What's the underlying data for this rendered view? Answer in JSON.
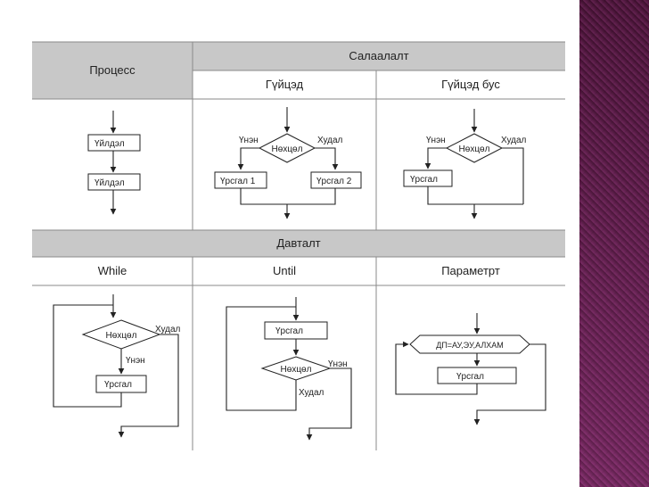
{
  "header": {
    "process": "Процесс",
    "branching": "Салаалалт",
    "if_then": "Гүйцэд",
    "if_partial": "Гүйцэд бус",
    "loop": "Давталт",
    "while": "While",
    "until": "Until",
    "parametric": "Параметрт"
  },
  "process": {
    "action1": "Үйлдэл",
    "action2": "Үйлдэл"
  },
  "full_branch": {
    "condition": "Нөхцөл",
    "yes": "Үнэн",
    "no": "Худал",
    "op1": "Үрсгал 1",
    "op2": "Үрсгал 2"
  },
  "partial_branch": {
    "condition": "Нөхцөл",
    "yes": "Үнэн",
    "no": "Худал",
    "op": "Үрсгал"
  },
  "while_loop": {
    "condition": "Нөхцөл",
    "no": "Худал",
    "yes": "Үнэн",
    "body": "Үрсгал"
  },
  "until_loop": {
    "body": "Үрсгал",
    "condition": "Нөхцөл",
    "yes": "Үнэн",
    "no": "Худал"
  },
  "param_loop": {
    "header": "ДП=АУ,ЭУ,АЛХАМ",
    "body": "Үрсгал"
  },
  "colors": {
    "header_bg": "#c8c8c8",
    "stripe_top": "#3a0e2a",
    "stripe_bottom": "#8a3474",
    "line": "#222222"
  }
}
